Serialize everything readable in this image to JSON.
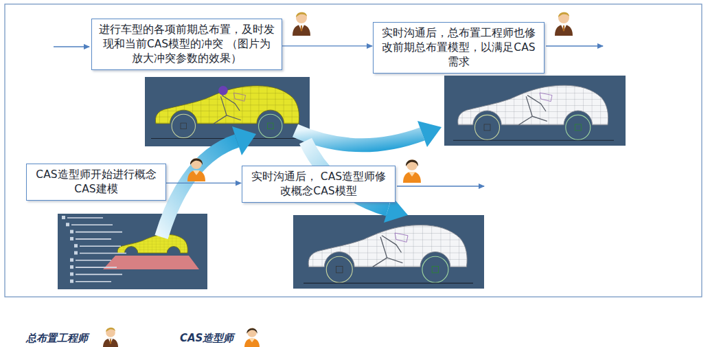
{
  "diagram": {
    "nodes": [
      {
        "text": [
          "进行车型的各项前期总布置，及时发 现和当前CAS模型的冲突 （图片为放大冲突参数的效果）"
        ]
      },
      {
        "text": [
          "实时沟通后，总布置工程师也修 改前期总布置模型，以满足CAS 需求"
        ]
      },
      {
        "text": [
          "CAS造型师开始进行概念 CAS建模"
        ]
      },
      {
        "text": [
          "实时沟通后， CAS造型师修 改概念CAS模型"
        ]
      }
    ],
    "edges": [
      {
        "from": 0,
        "to": 1,
        "arrow": "to"
      },
      {
        "from": 2,
        "to": 3,
        "arrow": "to"
      }
    ],
    "legend": [
      {
        "text": "总布置工程师"
      },
      {
        "text": "CAS造型师"
      }
    ]
  }
}
